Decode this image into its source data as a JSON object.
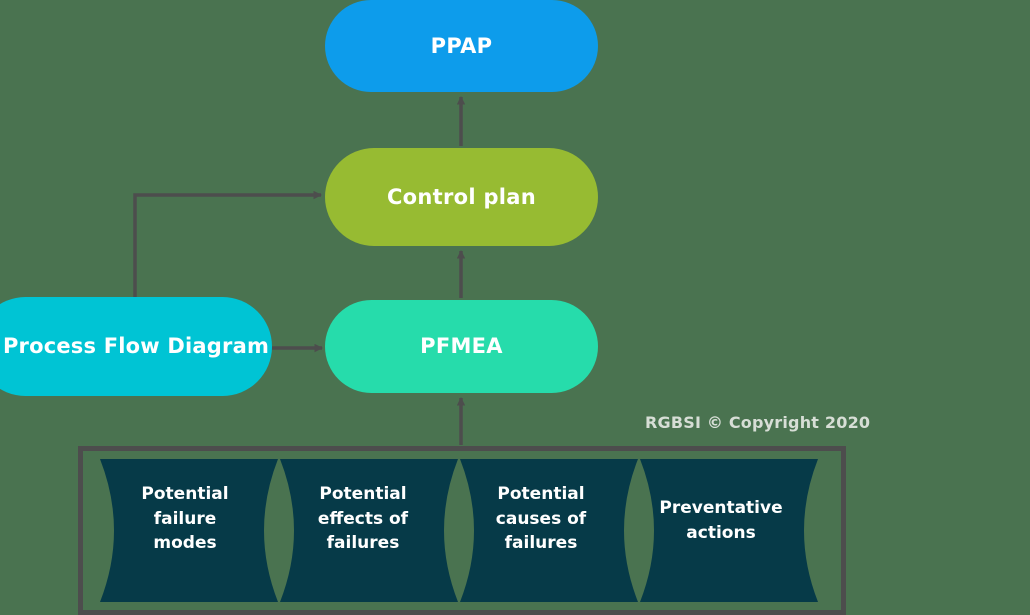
{
  "diagram": {
    "title": "PPAP / APQP document relationship flow",
    "background_color": "#4a7350",
    "nodes": [
      {
        "id": "ppap",
        "label": "PPAP",
        "color": "#0d9ceb"
      },
      {
        "id": "control-plan",
        "label": "Control plan",
        "color": "#97bb32"
      },
      {
        "id": "pfmea",
        "label": "PFMEA",
        "color": "#26dcab"
      },
      {
        "id": "process-flow",
        "label": "Process Flow Diagram",
        "color": "#00c4d4"
      }
    ],
    "connectors": [
      {
        "id": "pfmea-to-control-plan",
        "from": "pfmea",
        "to": "control-plan",
        "style": "straight-arrow-up",
        "color": "#4d4d4d"
      },
      {
        "id": "control-plan-to-ppap",
        "from": "control-plan",
        "to": "ppap",
        "style": "straight-arrow-up",
        "color": "#4d4d4d"
      },
      {
        "id": "process-flow-to-pfmea",
        "from": "process-flow",
        "to": "pfmea",
        "style": "straight-arrow-right",
        "color": "#4d4d4d"
      },
      {
        "id": "process-flow-to-control-plan",
        "from": "process-flow",
        "to": "control-plan",
        "style": "elbow-arrow-right",
        "color": "#4d4d4d"
      },
      {
        "id": "fmea-inputs-to-pfmea",
        "from": "fmea-inputs",
        "to": "pfmea",
        "style": "straight-arrow-up",
        "color": "#4d4d4d"
      }
    ],
    "fmea_inputs": {
      "border_color": "#4d4d4d",
      "chevron_color": "#063a48",
      "steps": [
        {
          "id": "potential-failure-modes",
          "label": "Potential\nfailure\nmodes"
        },
        {
          "id": "potential-effects",
          "label": "Potential\neffects of\nfailures"
        },
        {
          "id": "potential-causes",
          "label": "Potential\ncauses of\nfailures"
        },
        {
          "id": "preventative-actions",
          "label": "Preventative\nactions"
        }
      ]
    },
    "copyright": "RGBSI © Copyright 2020"
  }
}
